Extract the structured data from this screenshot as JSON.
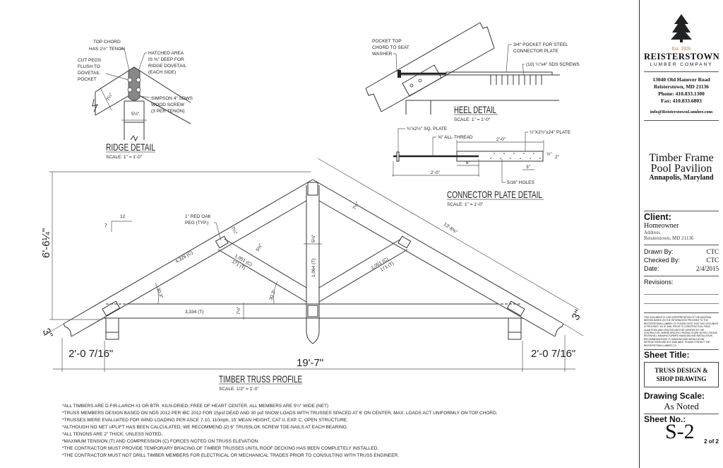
{
  "ridge_detail": {
    "title": "RIDGE DETAIL",
    "scale": "SCALE: 1\" = 1'-0\"",
    "labels": {
      "top_chord_1": "TOP CHORD",
      "top_chord_2": "HAS 1½\" TENON",
      "cut_pegs_1": "CUT PEGS",
      "cut_pegs_2": "FLUSH TO",
      "cut_pegs_3": "DOVETAIL",
      "cut_pegs_4": "POCKET",
      "hatched_1": "HATCHED AREA",
      "hatched_2": "IS ⅜\" DEEP FOR",
      "hatched_3": "RIDGE DOVETAIL",
      "hatched_4": "(EACH SIDE)",
      "simpson_1": "SIMPSON 4\" SDWS",
      "simpson_2": "WOOD SCREW",
      "simpson_3": "(3 PER TENON)",
      "dim_rafter": "7¼\"",
      "dim_post": "5½\""
    }
  },
  "heel_detail": {
    "title": "HEEL DETAIL",
    "scale": "SCALE: 1\" = 1'-0\"",
    "labels": {
      "pocket_1": "POCKET TOP",
      "pocket_2": "CHORD TO SEAT",
      "pocket_3": "WASHER",
      "steel_1": "3/4\" POCKET FOR STEEL",
      "steel_2": "CONNECTOR PLATE",
      "screws": "(10) ¼\"x4\" SDS SCREWS"
    }
  },
  "connector_detail": {
    "title": "CONNECTOR PLATE DETAIL",
    "scale": "SCALE: 1\" = 1'-0\"",
    "labels": {
      "sq_plate": "¾\"x2½\" SQ. PLATE",
      "all_thread": "⅝\" ALL-THREAD",
      "plate": "¼\"X2½\"x24\" PLATE",
      "dim_top": "2'-0\"",
      "dim_bottom": "2'-0\"",
      "dim_6": "6\"",
      "dim_3": "3\"",
      "dim_half": "½\"",
      "dim_2": "2\"",
      "holes": "5/16\" HOLES"
    }
  },
  "truss_profile": {
    "title": "TIMBER TRUSS PROFILE",
    "scale": "SCALE: 1/2\" = 1'-0\"",
    "pitch_run": "12",
    "pitch_rise": "7",
    "peg_label_1": "1\" RED OAK",
    "peg_label_2": "PEG (TYP.)",
    "top_chord_force": "4,326 (C)",
    "left_strut_c": "1,051 (C)",
    "left_strut_t": "171 (T)",
    "right_strut_c": "1,051 (C)",
    "right_strut_t": "171 (T)",
    "king_post_force": "1,064 (T)",
    "bottom_chord_force": "3,334 (T)",
    "angle_left": "30.3°",
    "angle_right": "30.3°",
    "rafter_width_left": "7¼\"",
    "rafter_width_right": "7¼\"",
    "strut_width": "5½\"",
    "king_post_width": "5½\"",
    "chord_width": "7½\"",
    "height": "6'-6¼\"",
    "rafter_length": "13'-8⅝\"",
    "span": "19'-7\"",
    "overhang_left": "2'-0 7/16\"",
    "overhang_right": "2'-0 7/16\"",
    "tail_left": "3\"",
    "tail_right": "3\""
  },
  "notes": [
    "*ALL TIMBERS ARE D.FIR-LARCH #1 OR BTR. KILN-DRIED, FREE OF HEART CENTER.  ALL MEMBERS ARE 5½\" WIDE (NET)",
    "*TRUSS MEMBERS DESIGN BASED ON NDS 2012 PER IBC 2012 FOR 15psf DEAD AND 30 psf SNOW LOADS WITH TRUSSES SPACED AT 6' ON CENTER, MAX.  LOADS ACT UNIFORMLY ON TOP CHORD.",
    "*TRUSSES WERE EVALUATED FOR WIND LOADING PER ASCE 7-10, 110mph, 15' MEAN HEIGHT, CAT II, EXP. C, OPEN STRUCTURE.",
    "*ALTHOUGH NO NET UPLIFT HAS BEEN CALCULATED, WE RECOMMEND (2) 6\" TRUSSLOK SCREW TOE-NAILS AT EACH BEARING.",
    "*ALL TENONS ARE 2\" THICK, UNLESS NOTED.",
    "*MAXIMUM TENSION (T) AND COMPRESSION (C) FORCES NOTED ON TRUSS ELEVATION.",
    "*THE CONTRACTOR MUST PROVIDE TEMPORARY BRACING OF TIMBER TRUSSES UNTIL ROOF DECKING HAS BEEN COMPLETELY INSTALLED.",
    "*THE CONTRACTOR MUST NOT DRILL TIMBER MEMBERS FOR ELECTRICAL OR MECHANICAL TRADES PRIOR TO CONSULTING WITH TRUSS ENGINEER."
  ],
  "title_block": {
    "logo_est": "Est. 1926",
    "logo_name": "REISTERSTOWN",
    "logo_sub": "LUMBER COMPANY",
    "address_1": "13040 Old Hanover Road",
    "address_2": "Reisterstown, MD 21136",
    "phone": "Phone: 410.833.1300",
    "fax": "Fax: 410.833.6803",
    "email": "info@ReisterstownLumber.com",
    "project_1": "Timber Frame",
    "project_2": "Pool Pavilion",
    "project_location": "Annapolis, Maryland",
    "client_label": "Client:",
    "client_name": "Homeowner",
    "client_address_1": "Address",
    "client_address_2": "Reisterstown, MD 21136",
    "drawn_by_label": "Drawn By:",
    "drawn_by": "CTC",
    "checked_by_label": "Checked By:",
    "checked_by": "CTC",
    "date_label": "Date:",
    "date": "2/4/2015",
    "revisions_label": "Revisions:",
    "disclaimer": "THIS DOCUMENT IS OUR INTERPRETATION OF THE MATERIAL NEEDED BASED ON THE INFORMATION PROVIDED TO THE REISTERSTOWN LUMBER CO. PLEASE NOTE THAT THIS DOCUMENT IS PROVIDED \"AS IS\" AND, PRIOR TO CONSTRUCTION, PIECE QUANTITIES AND LENGTHS MUST BE VERIFIED BY THE CONTRACTOR. WHERE SPECIFIC PRODUCTS ARE NOTED, PLEASE REVIEW ALL MANUFACTURER'S HANDLING AND INSTALLATION RECOMMENDATIONS. IF HANDLING AND INSTALLATION INSTRUCTIONS ARE NOT AVAILABLE, PLEASE CONTACT THE REISTERSTOWN LUMBER CO.",
    "sheet_title_label": "Sheet Title:",
    "sheet_title_1": "TRUSS DESIGN &",
    "sheet_title_2": "SHOP DRAWING",
    "scale_label": "Drawing Scale:",
    "scale_value": "As Noted",
    "sheet_no_label": "Sheet No.:",
    "sheet_no": "S-2",
    "sheet_of": "2 of 2"
  },
  "colors": {
    "logo_accent": "#b0703a",
    "ink": "#222222"
  }
}
